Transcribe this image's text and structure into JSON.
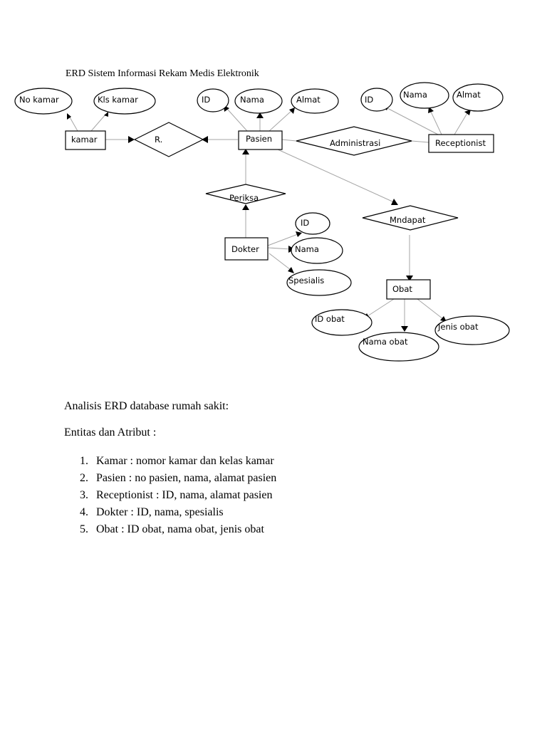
{
  "diagram": {
    "title": "ERD Sistem Informasi Rekam Medis Elektronik",
    "entities": {
      "kamar": "kamar",
      "pasien": "Pasien",
      "receptionist": "Receptionist",
      "dokter": "Dokter",
      "obat": "Obat"
    },
    "relationships": {
      "kamar_pasien": "R.",
      "administrasi": "Administrasi",
      "periksa": "Periksa",
      "mendapat": "Mndapat"
    },
    "attributes": {
      "kamar": [
        "No kamar",
        "Kls kamar"
      ],
      "pasien": [
        "ID",
        "Nama",
        "Almat"
      ],
      "receptionist": [
        "ID",
        "Nama",
        "Almat"
      ],
      "dokter": [
        "ID",
        "Nama",
        "Spesialis"
      ],
      "obat": [
        "ID  obat",
        "Nama obat",
        "Jenis obat"
      ]
    }
  },
  "analysis": {
    "heading": "Analisis ERD database rumah sakit:",
    "subheading": "Entitas dan Atribut :",
    "items": [
      {
        "num": "1.",
        "text": "Kamar : nomor kamar dan kelas kamar"
      },
      {
        "num": "2.",
        "text": "Pasien : no pasien, nama, alamat pasien"
      },
      {
        "num": "3.",
        "text": "Receptionist : ID, nama, alamat pasien"
      },
      {
        "num": "4.",
        "text": "Dokter : ID, nama, spesialis"
      },
      {
        "num": "5.",
        "text": "Obat : ID obat, nama obat, jenis obat"
      }
    ]
  }
}
